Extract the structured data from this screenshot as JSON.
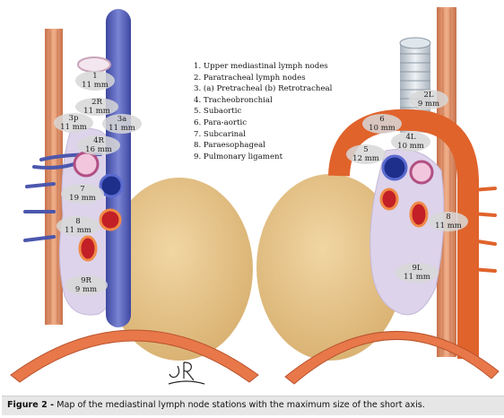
{
  "legend": [
    "1. Upper mediastinal lymph nodes",
    "2. Paratracheal lymph nodes",
    "3. (a) Pretracheal (b) Retrotracheal",
    "4. Tracheobronchial",
    "5. Subaortic",
    "6. Para-aortic",
    "7. Subcarinal",
    "8. Paraesophageal",
    "9. Pulmonary ligament"
  ],
  "left_view": {
    "stations": [
      {
        "id": "1",
        "size": "11 mm"
      },
      {
        "id": "2R",
        "size": "11 mm"
      },
      {
        "id": "3p",
        "size": "11 mm"
      },
      {
        "id": "3a",
        "size": "11 mm"
      },
      {
        "id": "4R",
        "size": "16 mm"
      },
      {
        "id": "7",
        "size": "19 mm"
      },
      {
        "id": "8",
        "size": "11 mm"
      },
      {
        "id": "9R",
        "size": "9 mm"
      }
    ]
  },
  "right_view": {
    "stations": [
      {
        "id": "2L",
        "size": "9 mm"
      },
      {
        "id": "6",
        "size": "10 mm"
      },
      {
        "id": "4L",
        "size": "10 mm"
      },
      {
        "id": "5",
        "size": "12 mm"
      },
      {
        "id": "8",
        "size": "11 mm"
      },
      {
        "id": "9L",
        "size": "11 mm"
      }
    ]
  },
  "signature": "JR",
  "caption": {
    "label": "Figure 2 -",
    "text": "Map of the mediastinal lymph node stations with the maximum size of the short axis."
  },
  "colors": {
    "esophagus": "#d98a5a",
    "vena_cava": "#5560b8",
    "aorta": "#e0632c",
    "heart": "#e6c48a",
    "node_region": "#ddd3ea",
    "rib": "#e8784a"
  }
}
